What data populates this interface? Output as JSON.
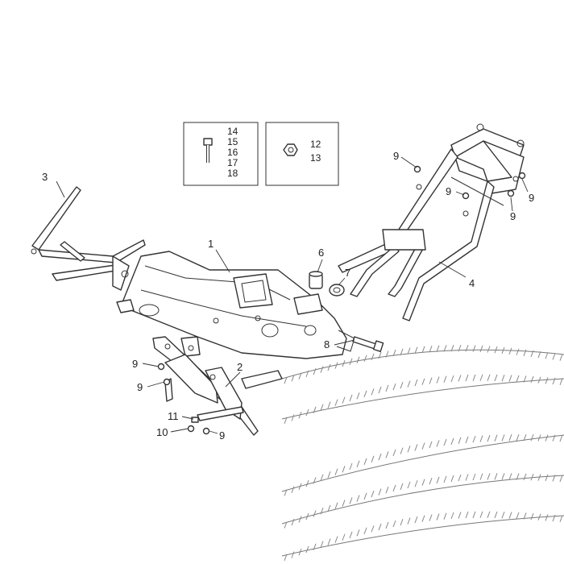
{
  "diagram": {
    "hardware_boxes": [
      {
        "id": "bolt-box",
        "numbers": [
          "14",
          "15",
          "16",
          "17",
          "18"
        ]
      },
      {
        "id": "nut-box",
        "numbers": [
          "12",
          "13"
        ]
      }
    ],
    "callouts": {
      "c1": "1",
      "c2": "2",
      "c3": "3",
      "c4": "4",
      "c6": "6",
      "c7": "7",
      "c8": "8",
      "c9a": "9",
      "c9b": "9",
      "c9c": "9",
      "c9d": "9",
      "c9e": "9",
      "c9f": "9",
      "c9g": "9",
      "c10": "10",
      "c11": "11"
    }
  }
}
